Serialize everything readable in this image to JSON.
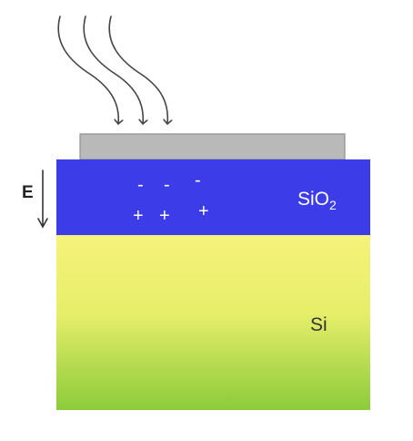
{
  "labels": {
    "field": "E",
    "oxide_base": "SiO",
    "oxide_subscript": "2",
    "substrate": "Si",
    "negative_charges": [
      "-",
      "-",
      "-"
    ],
    "positive_charges": [
      "+",
      "+",
      "+"
    ]
  },
  "colors": {
    "oxide": "#3c3ce8",
    "substrate_top": "#f6f37a",
    "substrate_bottom": "#8ccb3a",
    "gate_electrode": "#b9b9b9",
    "light_arrows": "#444444",
    "field_arrow": "#333333"
  },
  "icons": {
    "incident_light": "wavy-arrow-icon",
    "electric_field": "down-arrow-icon"
  }
}
